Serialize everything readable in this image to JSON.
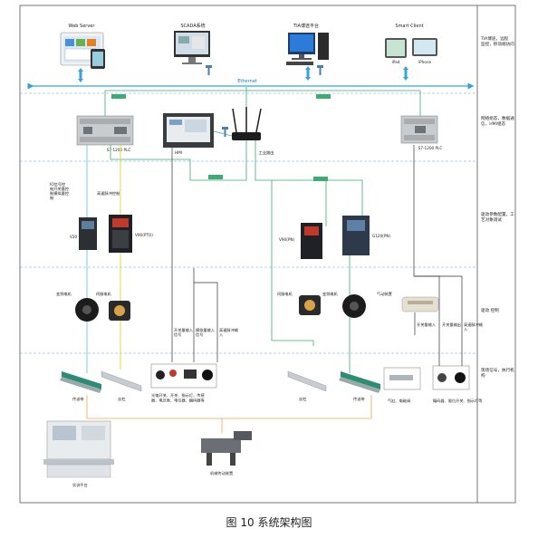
{
  "caption": "图 10 系统架构图",
  "clients": {
    "web_server": "Web Server",
    "scada": "SCADA系统",
    "tia": "TIA博途平台",
    "smart_client": "Smart Client",
    "ipad": "iPad",
    "iphone": "iPhone"
  },
  "network": {
    "ethernet": "Ethernet",
    "router": "工业路由",
    "hmi": "HMI",
    "plc_left": "S7-1200 PLC",
    "plc_right": "S7-1200 PLC"
  },
  "wiring": {
    "io_signal": "IO信号控制 开关量控制 模拟量控制",
    "pulse_signal": "高速脉冲控制"
  },
  "drives": {
    "v20": "V20",
    "v90_pto": "V90(PTO)",
    "v90_pn": "V90(PN)",
    "g120": "G120(PN)"
  },
  "motors": {
    "async_left": "变频电机",
    "servo_left": "伺服电机",
    "servo_right": "伺服电机",
    "async_right": "变频电机",
    "pneumatic": "气动装置"
  },
  "io_notes": {
    "switch_in": "开关量输入信号",
    "analog_in": "模拟量输入信号",
    "hs_pulse_in": "高速脉冲输入",
    "switch_in_r": "开关量输入",
    "switch_out_r": "开关量输出",
    "hs_pulse_in_r": "高速脉冲输入"
  },
  "field": {
    "conveyor_left": "传送带",
    "slide_left": "丝杠",
    "sensors_left": "光电开关、开关、指示灯、传感器、电压表、电位器、编码器等",
    "slide_right": "丝杠",
    "conveyor_right": "传送带",
    "cylinder": "气缸、电磁阀",
    "sensors_right": "编码器、限位开关、指示灯等",
    "bench": "实训平台",
    "mechanism": "机械传动装置"
  },
  "layers": {
    "l1": "TIA 博途， 远程 监控， 移动 端访问",
    "l2": "网络 组态， 数据 通信， HMI组态",
    "l3": "驱动 参数配置， 工艺 对象调试",
    "l4": "驱动 控制",
    "l5": "现场 信号， 执行 机构"
  },
  "colors": {
    "ethernet": "#3aa3d6",
    "profinet": "#3faa75",
    "yellow_wire": "#e8d64a",
    "blue_wire": "#7fc6e8",
    "orange": "#f2a54a",
    "black_wire": "#333333"
  }
}
